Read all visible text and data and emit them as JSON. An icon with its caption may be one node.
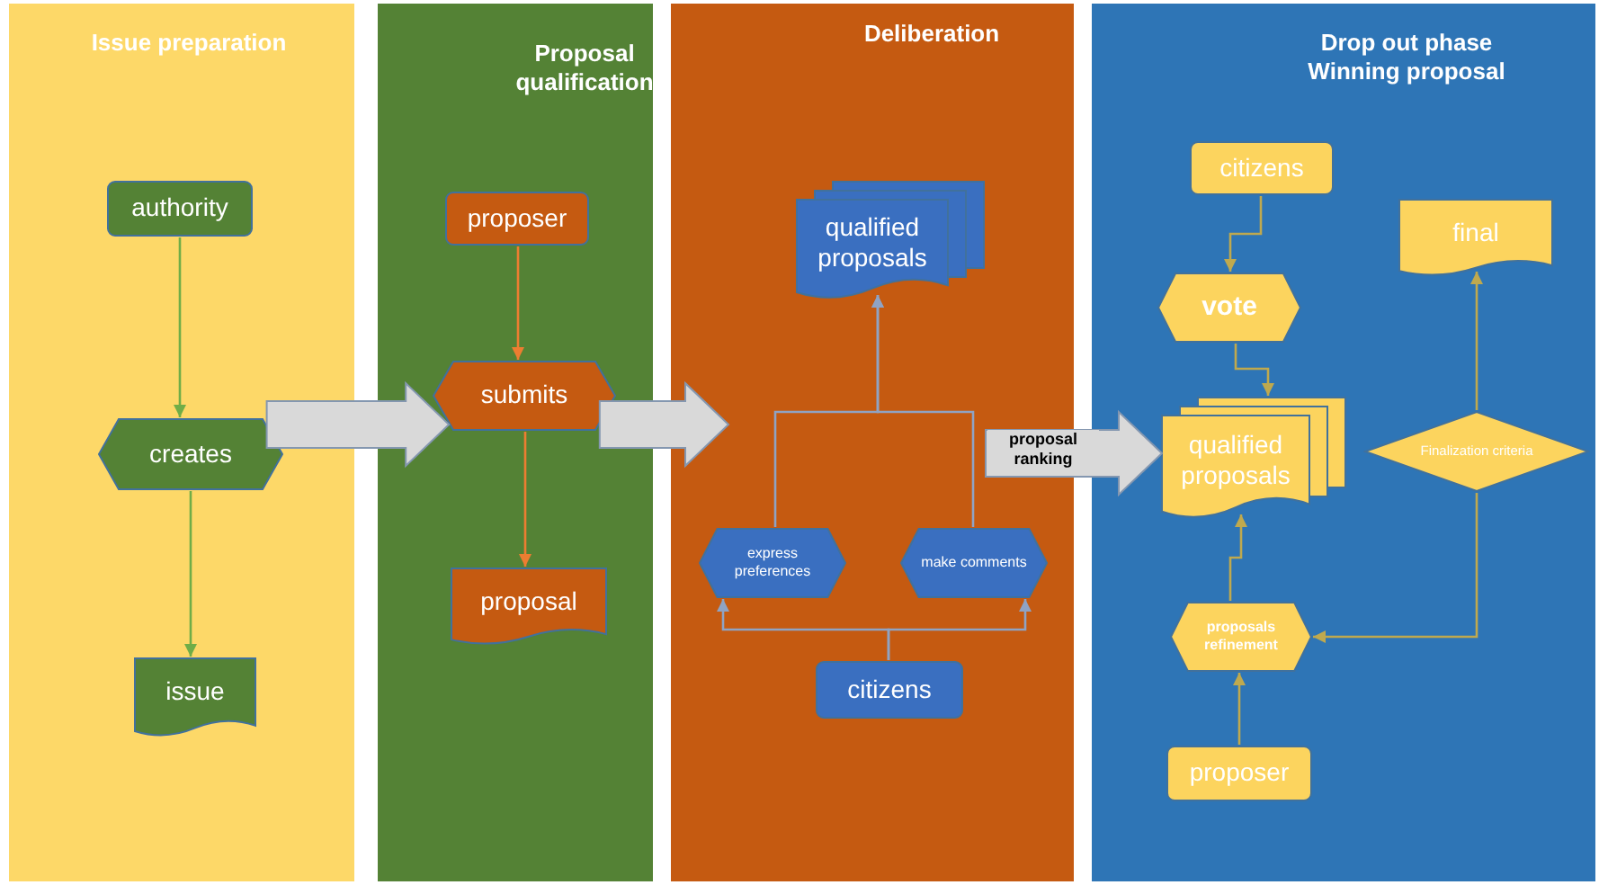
{
  "diagram": {
    "nodes": [
      {
        "text": [
          "Issue preparation"
        ]
      },
      {
        "text": [
          "authority"
        ],
        "in": 0
      },
      {
        "text": [
          "creates"
        ],
        "in": 0
      },
      {
        "text": [
          "issue"
        ],
        "in": 0
      },
      {
        "text": [
          "Proposal qualification"
        ]
      },
      {
        "text": [
          "proposer"
        ],
        "in": 4
      },
      {
        "text": [
          "submits"
        ],
        "in": 4
      },
      {
        "text": [
          "proposal"
        ],
        "in": 4
      },
      {
        "text": [
          "Deliberation"
        ]
      },
      {
        "text": [
          "qualified proposals"
        ],
        "in": 8
      },
      {
        "text": [
          "express preferences"
        ],
        "in": 8
      },
      {
        "text": [
          "make comments"
        ],
        "in": 8
      },
      {
        "text": [
          "citizens"
        ],
        "in": 8
      },
      {
        "text": [
          "Drop out phase Winning proposal"
        ]
      },
      {
        "text": [
          "citizens"
        ],
        "in": 13
      },
      {
        "text": [
          "vote"
        ],
        "in": 13
      },
      {
        "text": [
          "qualified proposals"
        ],
        "in": 13
      },
      {
        "text": [
          "final"
        ],
        "in": 13
      },
      {
        "text": [
          "Finalization criteria"
        ],
        "in": 13
      },
      {
        "text": [
          "proposals refinement"
        ],
        "in": 13
      },
      {
        "text": [
          "proposer"
        ],
        "in": 13
      }
    ],
    "edges": [
      {
        "from": 1,
        "to": 2,
        "arrow": "to",
        "color": "#70ad47"
      },
      {
        "from": 2,
        "to": 3,
        "arrow": "to",
        "color": "#70ad47"
      },
      {
        "from": 5,
        "to": 6,
        "arrow": "to",
        "color": "#ed7d31"
      },
      {
        "from": 6,
        "to": 7,
        "arrow": "to",
        "color": "#ed7d31"
      },
      {
        "from": 10,
        "to": 9,
        "arrow": "to",
        "color": "#8fa3c4"
      },
      {
        "from": 11,
        "to": 9,
        "arrow": "to",
        "color": "#8fa3c4"
      },
      {
        "from": 12,
        "to": 10,
        "arrow": "to",
        "color": "#8fa3c4"
      },
      {
        "from": 12,
        "to": 11,
        "arrow": "to",
        "color": "#8fa3c4"
      },
      {
        "from": 14,
        "to": 15,
        "arrow": "to"
      },
      {
        "from": 15,
        "to": 16,
        "arrow": "to"
      },
      {
        "from": 18,
        "to": 17,
        "arrow": "to"
      },
      {
        "from": 18,
        "to": 19,
        "arrow": "to"
      },
      {
        "from": 19,
        "to": 16,
        "arrow": "to"
      },
      {
        "from": 20,
        "to": 19,
        "arrow": "to"
      },
      {
        "from": 2,
        "to": 6,
        "arrow": "to",
        "style": "thick",
        "color": "#d9d9d9"
      },
      {
        "from": 6,
        "to": 8,
        "arrow": "to",
        "style": "thick",
        "color": "#d9d9d9"
      },
      {
        "from": 8,
        "to": 16,
        "arrow": "to",
        "style": "thick",
        "color": "#d9d9d9",
        "label": "proposal ranking"
      }
    ]
  }
}
